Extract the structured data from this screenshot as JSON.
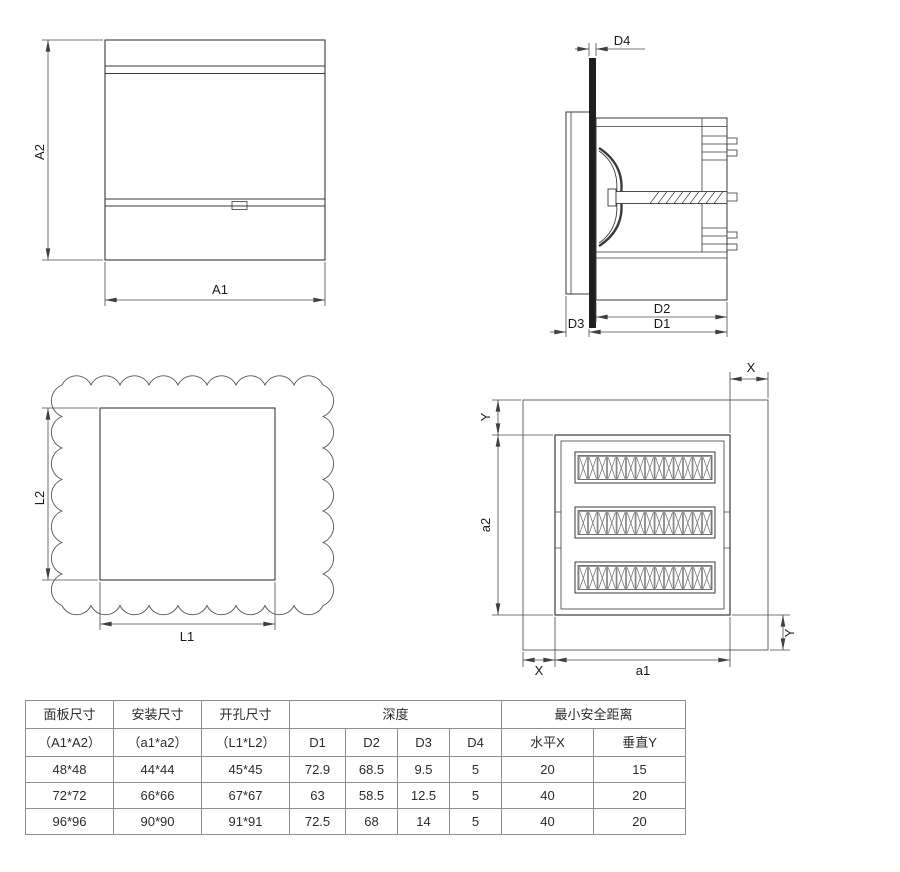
{
  "figure": {
    "front_view": {
      "width_label": "A1",
      "height_label": "A2"
    },
    "side_view": {
      "d1_label": "D1",
      "d2_label": "D2",
      "d3_label": "D3",
      "d4_label": "D4"
    },
    "cutout_view": {
      "l1_label": "L1",
      "l2_label": "L2"
    },
    "rear_view": {
      "x_top_label": "X",
      "y_top_label": "Y",
      "a2_label": "a2",
      "x_bottom_label": "X",
      "a1_label": "a1",
      "y_bottom_label": "Y"
    }
  },
  "table": {
    "header": {
      "panel_size": "面板尺寸",
      "panel_size_sub": "（A1*A2）",
      "install_size": "安装尺寸",
      "install_size_sub": "（a1*a2）",
      "cutout_size": "开孔尺寸",
      "cutout_size_sub": "（L1*L2）",
      "depth": "深度",
      "d1": "D1",
      "d2": "D2",
      "d3": "D3",
      "d4": "D4",
      "min_safety": "最小安全距离",
      "horizontal_x": "水平X",
      "vertical_y": "垂直Y"
    },
    "rows": [
      [
        "48*48",
        "44*44",
        "45*45",
        "72.9",
        "68.5",
        "9.5",
        "5",
        "20",
        "15"
      ],
      [
        "72*72",
        "66*66",
        "67*67",
        "63",
        "58.5",
        "12.5",
        "5",
        "40",
        "20"
      ],
      [
        "96*96",
        "90*90",
        "91*91",
        "72.5",
        "68",
        "14",
        "5",
        "40",
        "20"
      ]
    ]
  }
}
